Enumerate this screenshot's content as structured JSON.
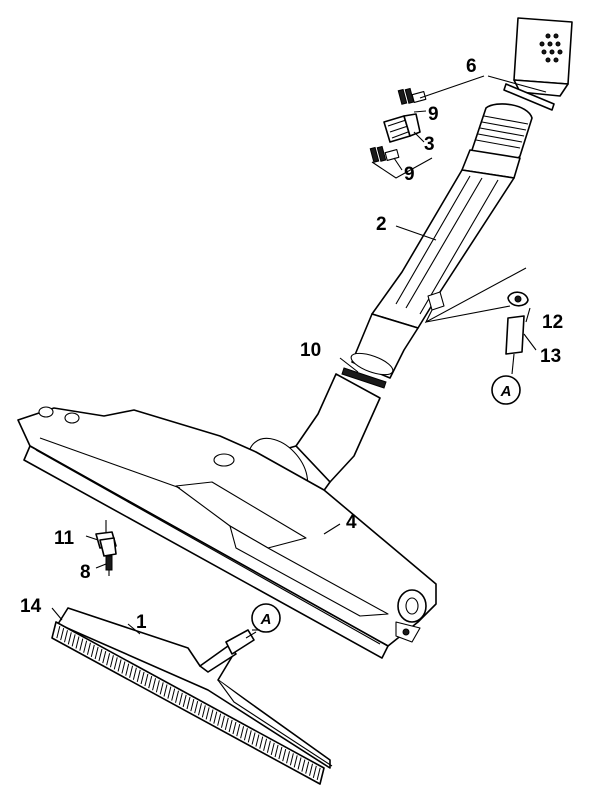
{
  "callouts": {
    "c1": "1",
    "c2": "2",
    "c3": "3",
    "c4": "4",
    "c6": "6",
    "c8": "8",
    "c9a": "9",
    "c9b": "9",
    "c10": "10",
    "c11": "11",
    "c12": "12",
    "c13": "13",
    "c14": "14"
  },
  "references": {
    "a_upper": "A",
    "a_lower": "A"
  }
}
